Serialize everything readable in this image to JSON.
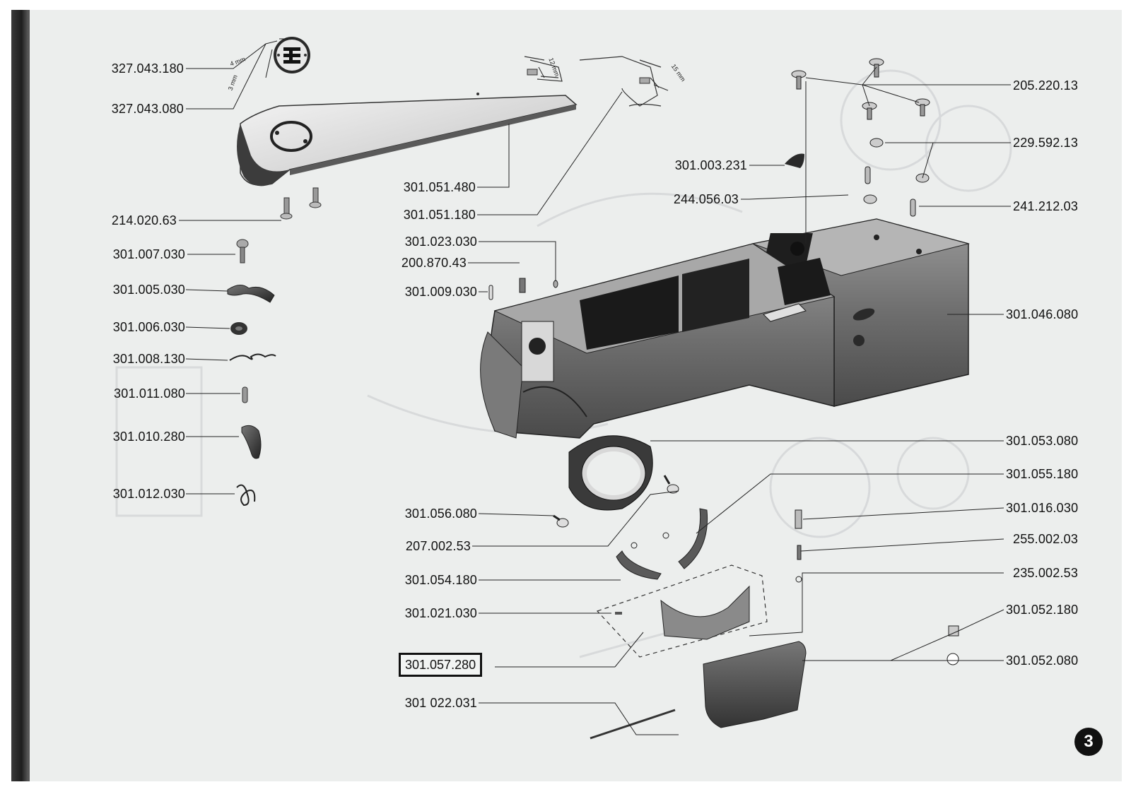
{
  "labels": {
    "p327_043_180": "327.043.180",
    "p327_043_080": "327.043.080",
    "p214_020_63": "214.020.63",
    "p301_007_030": "301.007.030",
    "p301_005_030": "301.005.030",
    "p301_006_030": "301.006.030",
    "p301_008_130": "301.008.130",
    "p301_011_080": "301.011.080",
    "p301_010_280": "301.010.280",
    "p301_012_030": "301.012.030",
    "p301_051_480": "301.051.480",
    "p301_051_180": "301.051.180",
    "p301_023_030": "301.023.030",
    "p200_870_43": "200.870.43",
    "p301_009_030": "301.009.030",
    "p301_056_080": "301.056.080",
    "p207_002_53": "207.002.53",
    "p301_054_180": "301.054.180",
    "p301_021_030": "301.021.030",
    "p301_057_280": "301.057.280",
    "p301_022_031": "301 022.031",
    "p301_003_231": "301.003.231",
    "p244_056_03": "244.056.03",
    "p205_220_13": "205.220.13",
    "p229_592_13": "229.592.13",
    "p241_212_03": "241.212.03",
    "p301_046_080": "301.046.080",
    "p301_053_080": "301.053.080",
    "p301_055_180": "301.055.180",
    "p301_016_030": "301.016.030",
    "p255_002_03": "255.002.03",
    "p235_002_53": "235.002.53",
    "p301_052_180": "301.052.180",
    "p301_052_080": "301.052.080"
  },
  "dimensions": {
    "d4mm": "4 mm",
    "d3mm": "3 mm",
    "d12mm": "12 mm",
    "d15mm": "15 mm"
  },
  "page_number": "3",
  "colors": {
    "paper": "#eceeed",
    "ink": "#111111",
    "part_dark": "#3a3a3a",
    "part_mid": "#8a8a8a",
    "part_light": "#c8c8c8"
  }
}
